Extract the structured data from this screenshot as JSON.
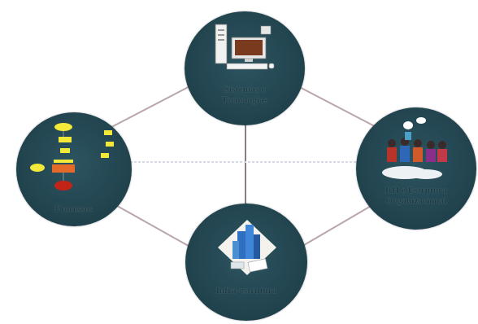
{
  "nodes": {
    "top": {
      "label_line1": "Sistemas e",
      "label_line2": "Tecnologias"
    },
    "left": {
      "label": "Processos"
    },
    "right": {
      "label_line1": "RH e Estrutura",
      "label_line2": "Organizacional"
    },
    "bottom": {
      "label": "Infra-estrutura"
    }
  },
  "colors": {
    "node_fill": "#234651",
    "connector": "#b9a6ab",
    "center_line": "#d7d9e4"
  },
  "icons": {
    "top": "computer-icon",
    "left": "flowchart-icon",
    "right": "people-group-icon",
    "bottom": "buildings-icon"
  }
}
